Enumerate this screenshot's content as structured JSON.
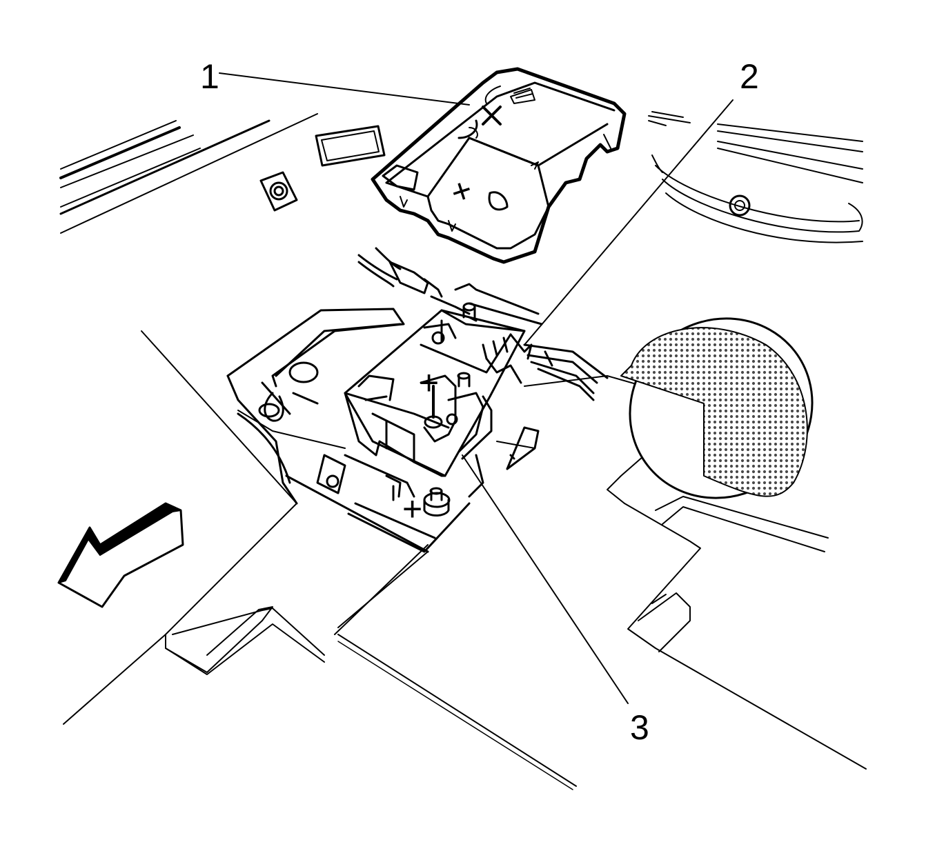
{
  "callouts": [
    {
      "id": "1",
      "label": "1"
    },
    {
      "id": "2",
      "label": "2"
    },
    {
      "id": "3",
      "label": "3"
    }
  ],
  "cover_symbol": "+",
  "terminal_mark": "+",
  "arrow_direction": "forward",
  "colors": {
    "line": "#000000",
    "fill": "#ffffff",
    "mesh": "#555555"
  }
}
